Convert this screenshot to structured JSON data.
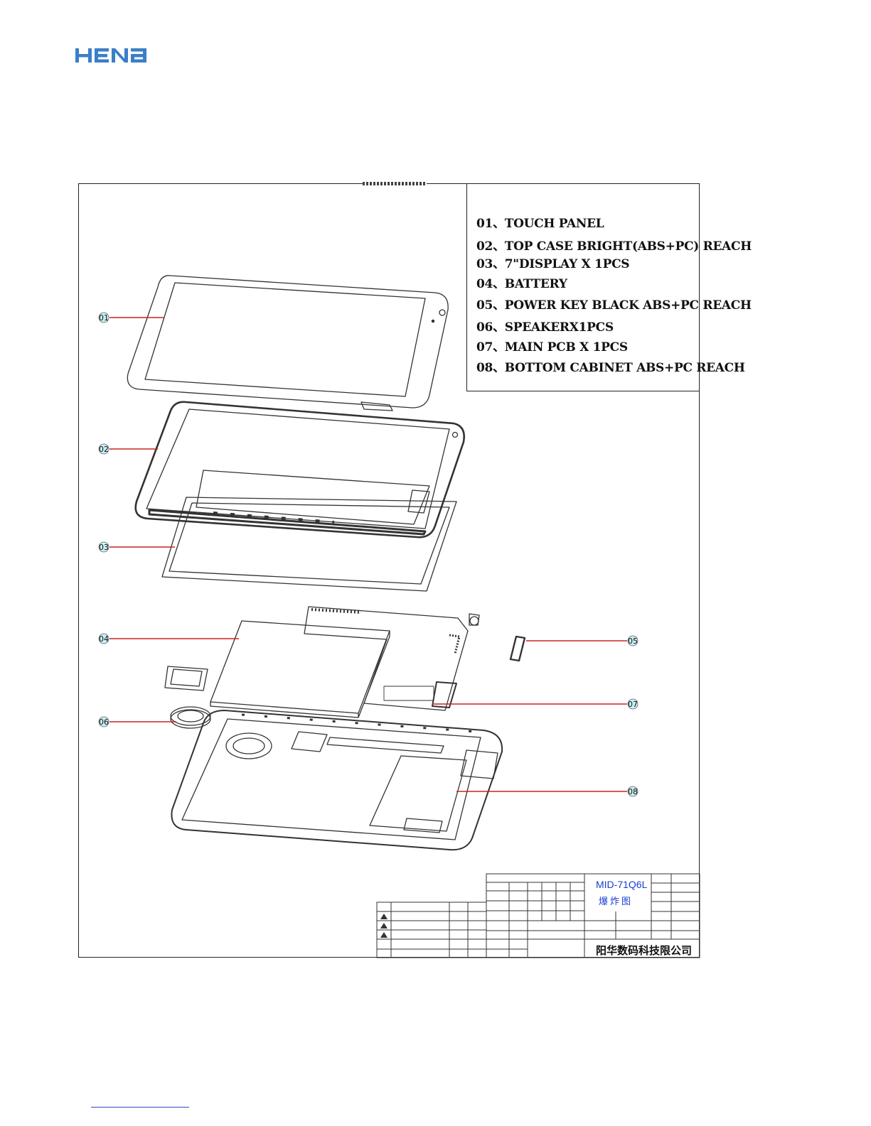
{
  "logo": {
    "text": "HENA",
    "color": "#3a7fc8"
  },
  "parts_list": [
    {
      "id": "01",
      "label": "01、TOUCH PANEL"
    },
    {
      "id": "02",
      "label": "02、TOP CASE BRIGHT(ABS+PC) REACH"
    },
    {
      "id": "03",
      "label": "03、7\"DISPLAY X 1PCS"
    },
    {
      "id": "04",
      "label": "04、BATTERY"
    },
    {
      "id": "05",
      "label": "05、POWER KEY BLACK ABS+PC REACH"
    },
    {
      "id": "06",
      "label": "06、SPEAKERX1PCS"
    },
    {
      "id": "07",
      "label": "07、MAIN PCB X 1PCS"
    },
    {
      "id": "08",
      "label": "08、BOTTOM CABINET ABS+PC REACH"
    }
  ],
  "callouts": [
    "01",
    "02",
    "03",
    "04",
    "05",
    "06",
    "07",
    "08"
  ],
  "title_block": {
    "model": "MID-71Q6L",
    "drawing_name": "爆炸图",
    "company": "阳华数码科技限公司"
  },
  "colors": {
    "leader_line": "#cc2222",
    "callout_fill": "#c8f0f4",
    "title_text": "#1a3fd0",
    "footer_rule": "#2a4cc8"
  }
}
